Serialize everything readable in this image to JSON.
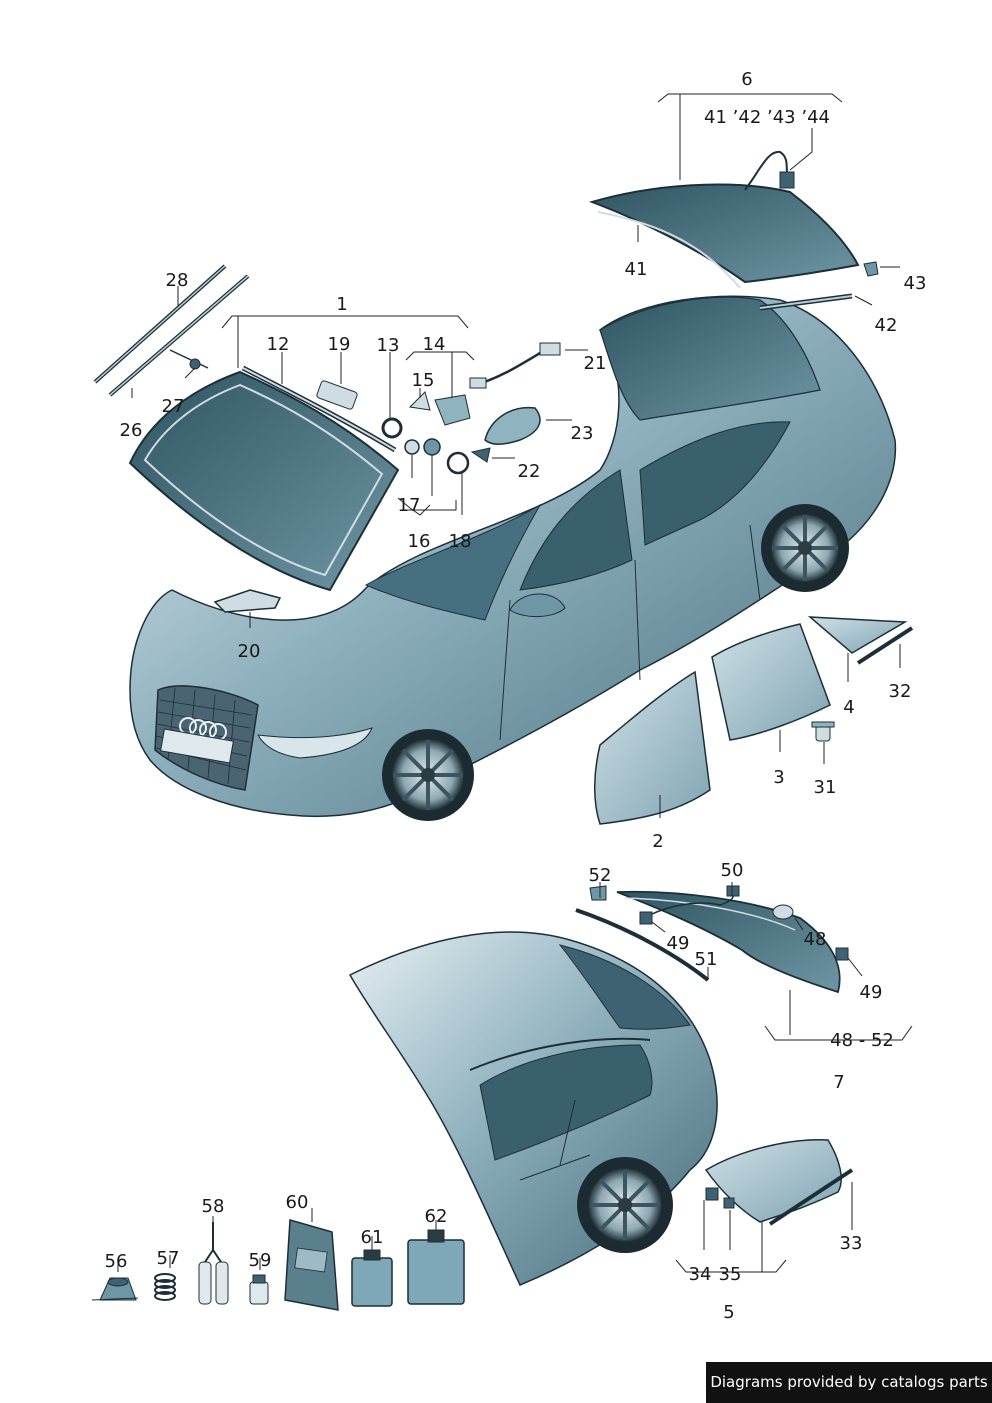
{
  "colors": {
    "car_body": "#7ea7b7",
    "car_dark": "#3f6273",
    "glass": "#8fb3bf",
    "glass_dark": "#39606d",
    "outline": "#1c2f38",
    "leader": "#222222",
    "credit_bg": "#111111",
    "credit_text": "#ffffff"
  },
  "callouts": [
    {
      "id": "c6",
      "text": "6"
    },
    {
      "id": "c41-44",
      "text": "41 ’42 ’43 ’44"
    },
    {
      "id": "c41",
      "text": "41"
    },
    {
      "id": "c43",
      "text": "43"
    },
    {
      "id": "c42",
      "text": "42"
    },
    {
      "id": "c28",
      "text": "28"
    },
    {
      "id": "c1",
      "text": "1"
    },
    {
      "id": "c12",
      "text": "12"
    },
    {
      "id": "c19",
      "text": "19"
    },
    {
      "id": "c13",
      "text": "13"
    },
    {
      "id": "c14",
      "text": "14"
    },
    {
      "id": "c21",
      "text": "21"
    },
    {
      "id": "c15",
      "text": "15"
    },
    {
      "id": "c23",
      "text": "23"
    },
    {
      "id": "c27",
      "text": "27"
    },
    {
      "id": "c26",
      "text": "26"
    },
    {
      "id": "c22",
      "text": "22"
    },
    {
      "id": "c17",
      "text": "17"
    },
    {
      "id": "c16",
      "text": "16"
    },
    {
      "id": "c18",
      "text": "18"
    },
    {
      "id": "c20",
      "text": "20"
    },
    {
      "id": "c32",
      "text": "32"
    },
    {
      "id": "c4",
      "text": "4"
    },
    {
      "id": "c3",
      "text": "3"
    },
    {
      "id": "c31",
      "text": "31"
    },
    {
      "id": "c2",
      "text": "2"
    },
    {
      "id": "c52",
      "text": "52"
    },
    {
      "id": "c50",
      "text": "50"
    },
    {
      "id": "c49a",
      "text": "49"
    },
    {
      "id": "c48",
      "text": "48"
    },
    {
      "id": "c51",
      "text": "51"
    },
    {
      "id": "c49b",
      "text": "49"
    },
    {
      "id": "c48-52",
      "text": "48 - 52"
    },
    {
      "id": "c7",
      "text": "7"
    },
    {
      "id": "c58",
      "text": "58"
    },
    {
      "id": "c60",
      "text": "60"
    },
    {
      "id": "c62",
      "text": "62"
    },
    {
      "id": "c56",
      "text": "56"
    },
    {
      "id": "c57",
      "text": "57"
    },
    {
      "id": "c59",
      "text": "59"
    },
    {
      "id": "c61",
      "text": "61"
    },
    {
      "id": "c33",
      "text": "33"
    },
    {
      "id": "c34",
      "text": "34"
    },
    {
      "id": "c35",
      "text": "35"
    },
    {
      "id": "c5",
      "text": "5"
    }
  ],
  "credit": "Diagrams provided by catalogs parts"
}
